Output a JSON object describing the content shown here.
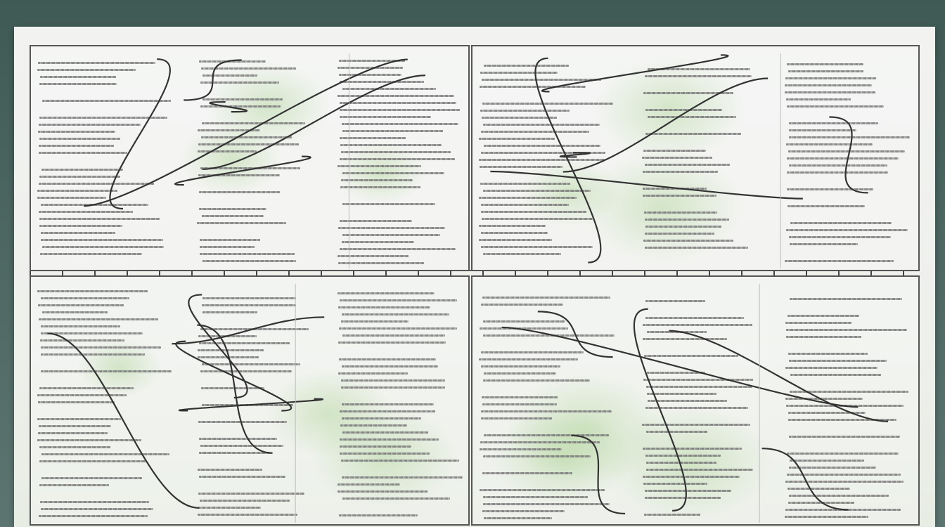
{
  "colors": {
    "background": "#4a6560",
    "sheet": "#f0f2ef",
    "ink": "#333333",
    "accent_green": "#8fc47a",
    "accent_red": "#d04040"
  },
  "panels": [
    {
      "id": "top-left"
    },
    {
      "id": "top-right"
    },
    {
      "id": "bottom-left"
    },
    {
      "id": "bottom-right"
    }
  ]
}
